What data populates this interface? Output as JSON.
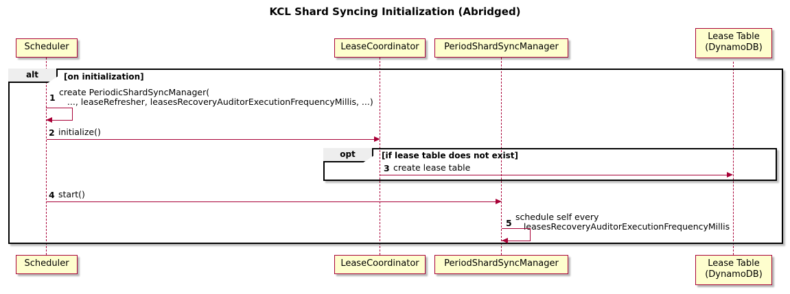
{
  "diagram": {
    "title": "KCL Shard Syncing Initialization (Abridged)",
    "type": "sequence-diagram",
    "colors": {
      "participant_fill": "#FEFECE",
      "participant_border": "#A80036",
      "arrow": "#A80036",
      "frame_border": "#000000",
      "frame_tab_fill": "#EEEEEE",
      "background": "#FFFFFF"
    }
  },
  "participants": [
    {
      "id": "scheduler",
      "label": "Scheduler"
    },
    {
      "id": "lease-coordinator",
      "label": "LeaseCoordinator"
    },
    {
      "id": "period-shard-sync-manager",
      "label": "PeriodShardSyncManager"
    },
    {
      "id": "lease-table",
      "label": "Lease Table\n(DynamoDB)"
    }
  ],
  "fragments": [
    {
      "id": "alt",
      "operator": "alt",
      "guard": "[on initialization]"
    },
    {
      "id": "opt",
      "operator": "opt",
      "guard": "[if lease table does not exist]"
    }
  ],
  "messages": [
    {
      "number": "1",
      "from": "scheduler",
      "to": "scheduler",
      "kind": "self",
      "text_line1": "create PeriodicShardSyncManager(",
      "text_line2": "   ..., leaseRefresher, leasesRecoveryAuditorExecutionFrequencyMillis, ...)"
    },
    {
      "number": "2",
      "from": "scheduler",
      "to": "lease-coordinator",
      "kind": "call",
      "text_line1": "initialize()",
      "text_line2": ""
    },
    {
      "number": "3",
      "from": "lease-coordinator",
      "to": "lease-table",
      "kind": "call",
      "text_line1": "create lease table",
      "text_line2": ""
    },
    {
      "number": "4",
      "from": "scheduler",
      "to": "period-shard-sync-manager",
      "kind": "call",
      "text_line1": "start()",
      "text_line2": ""
    },
    {
      "number": "5",
      "from": "period-shard-sync-manager",
      "to": "period-shard-sync-manager",
      "kind": "self",
      "text_line1": "schedule self every",
      "text_line2": "   leasesRecoveryAuditorExecutionFrequencyMillis"
    }
  ]
}
